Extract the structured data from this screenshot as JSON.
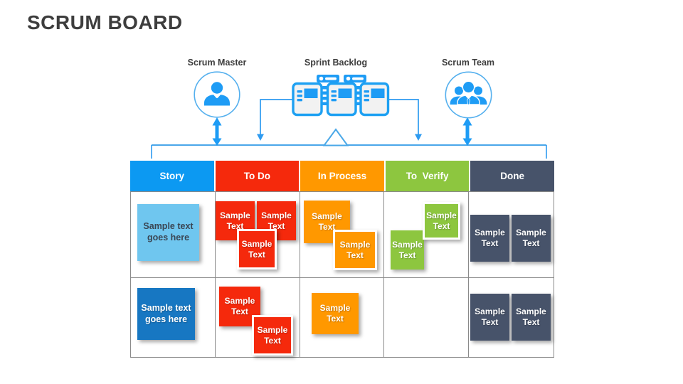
{
  "slide": {
    "title": "SCRUM BOARD"
  },
  "diagram": {
    "scrum_master_label": "Scrum Master",
    "sprint_backlog_label": "Sprint Backlog",
    "scrum_team_label": "Scrum Team"
  },
  "board": {
    "columns": [
      {
        "label": "Story",
        "color": "#0c99f2"
      },
      {
        "label": "To Do",
        "color": "#f5290c"
      },
      {
        "label": "In Process",
        "color": "#ff9800"
      },
      {
        "label": "To  Verify",
        "color": "#8dc63f"
      },
      {
        "label": "Done",
        "color": "#47536a"
      }
    ],
    "rows": 2,
    "sticky_note_label": "Sample Text",
    "story_note_label": "Sample text goes here"
  },
  "palette": {
    "title_text": "#3d3d3d",
    "accent_blue": "#1e9cf5",
    "connector_blue": "#2e9bf0",
    "light_blue_note": "#6fc6ef",
    "dark_blue_note": "#1777c2",
    "red_note": "#f5290c",
    "orange_note": "#ff9800",
    "green_note": "#8dc63f",
    "slate_note": "#47536a"
  }
}
